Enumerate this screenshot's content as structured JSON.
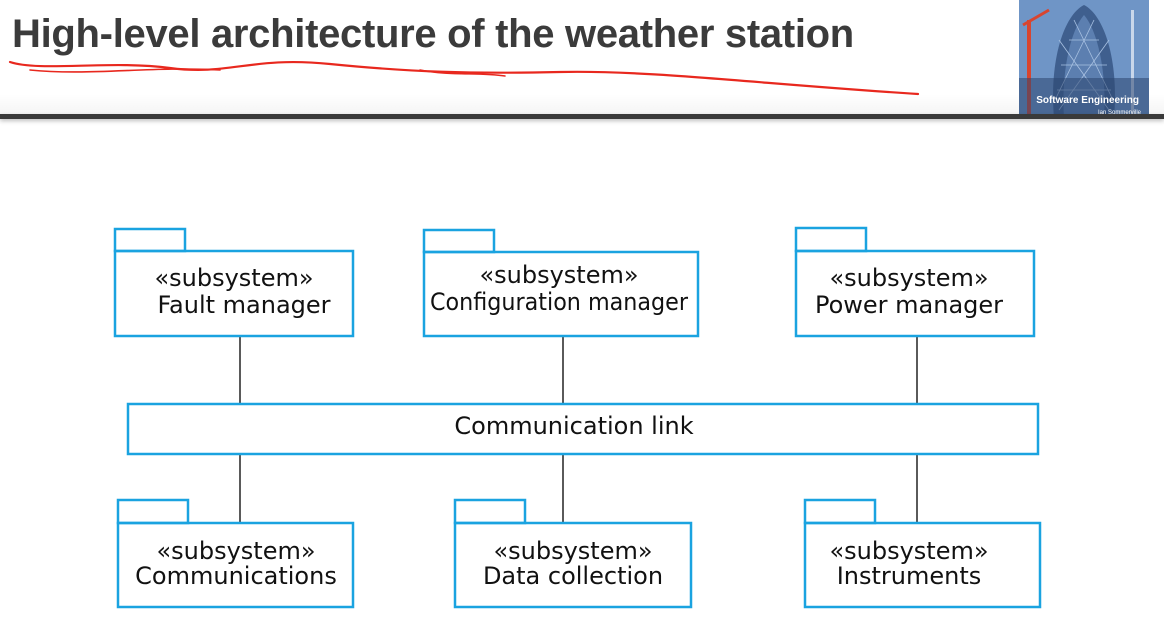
{
  "header": {
    "title": "High-level architecture of the weather station",
    "book_cover": {
      "label": "Software Engineering",
      "author": "Ian Sommerville"
    }
  },
  "diagram": {
    "stereotype": "«subsystem»",
    "top_subsystems": [
      {
        "name": "Fault manager"
      },
      {
        "name": "Configuration manager"
      },
      {
        "name": "Power manager"
      }
    ],
    "bus": {
      "label": "Communication link"
    },
    "bottom_subsystems": [
      {
        "name": "Communications"
      },
      {
        "name": "Data collection"
      },
      {
        "name": "Instruments"
      }
    ]
  },
  "colors": {
    "box_stroke": "#1aa3e0",
    "connector": "#000000",
    "title_text": "#3b3b3b",
    "annotation": "#e8281e",
    "header_rule": "#3a3a3a"
  }
}
